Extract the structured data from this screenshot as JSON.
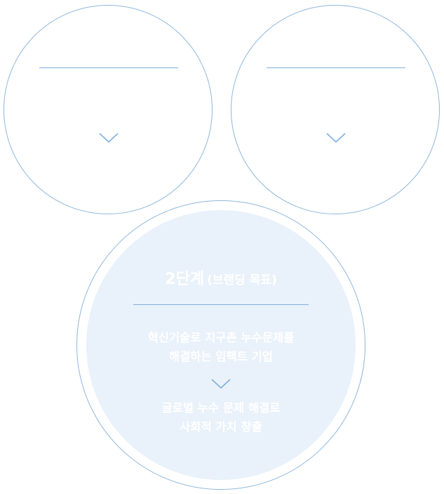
{
  "colors": {
    "circle_border": "#8fb7de",
    "divider": "#7fb0df",
    "chevron": "#7fb0df",
    "big_circle_fill": "#e9f1fa",
    "big_circle_text": "#ffffff"
  },
  "top_circles": [
    {
      "chevron_icon": "chevron-down-icon"
    },
    {
      "chevron_icon": "chevron-down-icon"
    }
  ],
  "stage_circle": {
    "title_main": "2단계",
    "title_sub": "(브랜딩 목표)",
    "upper_text": [
      "혁신기술로 지구촌 누수문제를",
      "해결하는 임팩트 기업"
    ],
    "chevron_icon": "chevron-down-icon",
    "lower_text": [
      "글로벌 누수 문제 해결로",
      "사회적 가치 창출"
    ]
  }
}
